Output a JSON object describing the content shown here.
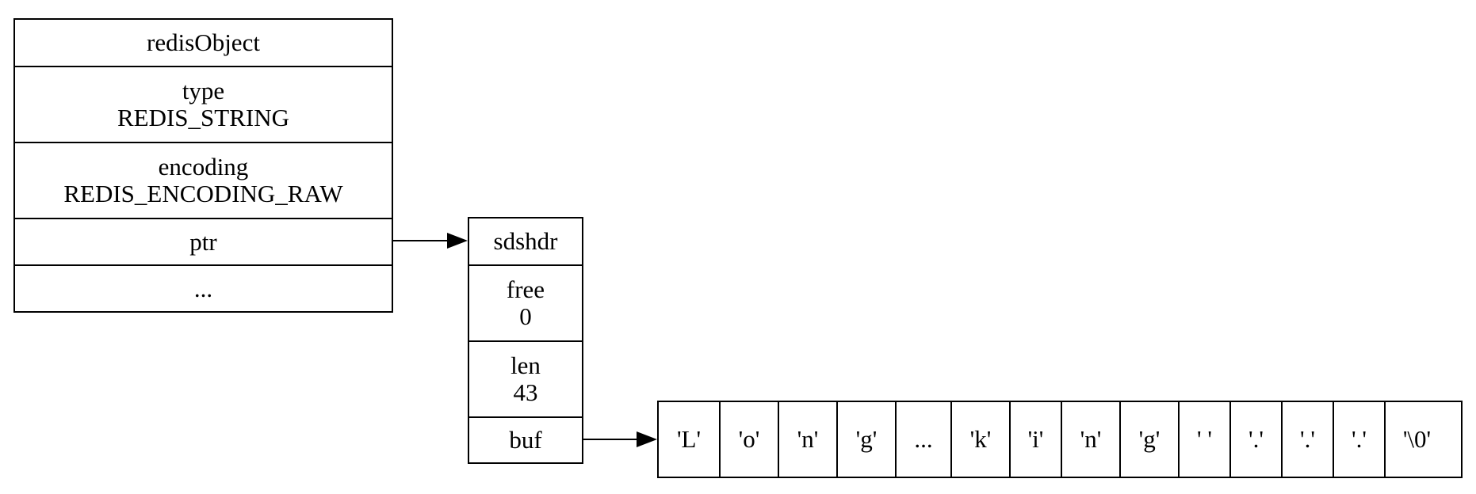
{
  "redis_object": {
    "title": "redisObject",
    "type_label": "type",
    "type_value": "REDIS_STRING",
    "encoding_label": "encoding",
    "encoding_value": "REDIS_ENCODING_RAW",
    "ptr_label": "ptr",
    "more_label": "..."
  },
  "sdshdr": {
    "title": "sdshdr",
    "free_label": "free",
    "free_value": "0",
    "len_label": "len",
    "len_value": "43",
    "buf_label": "buf"
  },
  "buf": {
    "cells": [
      "'L'",
      "'o'",
      "'n'",
      "'g'",
      "...",
      "'k'",
      "'i'",
      "'n'",
      "'g'",
      "' '",
      "'.'",
      "'.'",
      "'.'",
      "'\\0'"
    ]
  },
  "colors": {
    "stroke": "#000000",
    "background": "#ffffff"
  }
}
